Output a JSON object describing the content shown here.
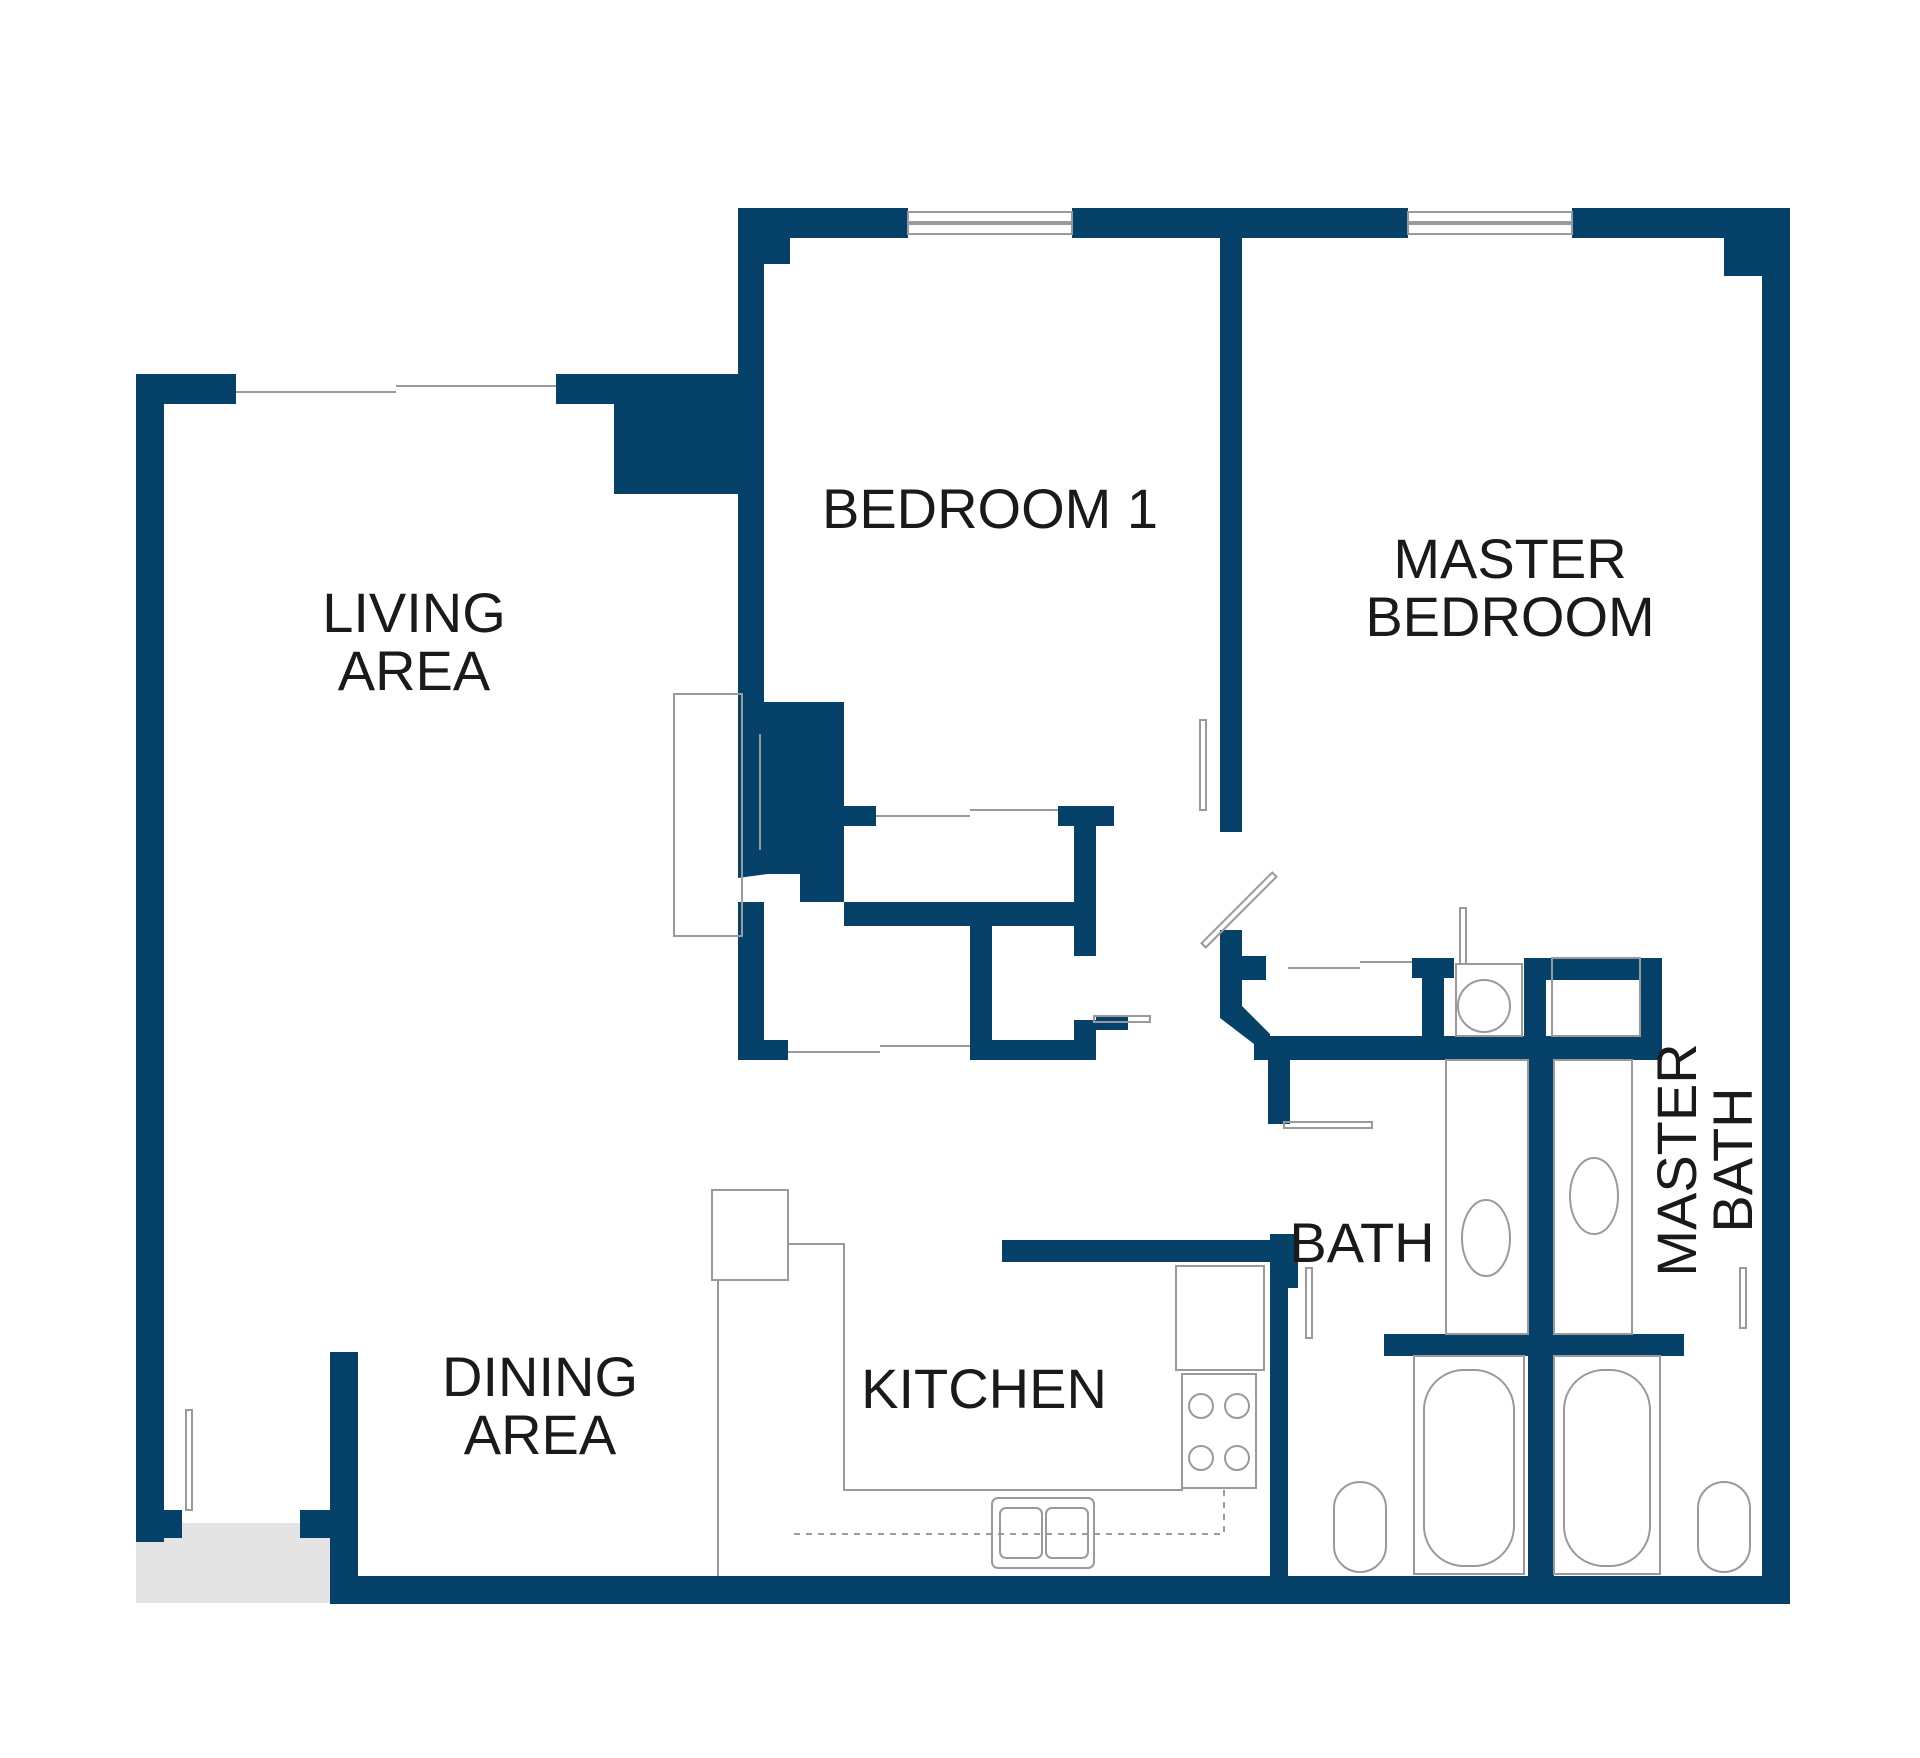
{
  "colors": {
    "wall": "#054169",
    "background": "#ffffff",
    "fixture_line": "#9a9a9a",
    "entry_landing": "#e4e4e4"
  },
  "rooms": {
    "bedroom_1": {
      "line1": "BEDROOM 1"
    },
    "master_bedroom": {
      "line1": "MASTER",
      "line2": "BEDROOM"
    },
    "living_area": {
      "line1": "LIVING",
      "line2": "AREA"
    },
    "dining_area": {
      "line1": "DINING",
      "line2": "AREA"
    },
    "kitchen": {
      "line1": "KITCHEN"
    },
    "bath": {
      "line1": "BATH"
    },
    "master_bath": {
      "line1": "MASTER",
      "line2": "BATH"
    }
  }
}
